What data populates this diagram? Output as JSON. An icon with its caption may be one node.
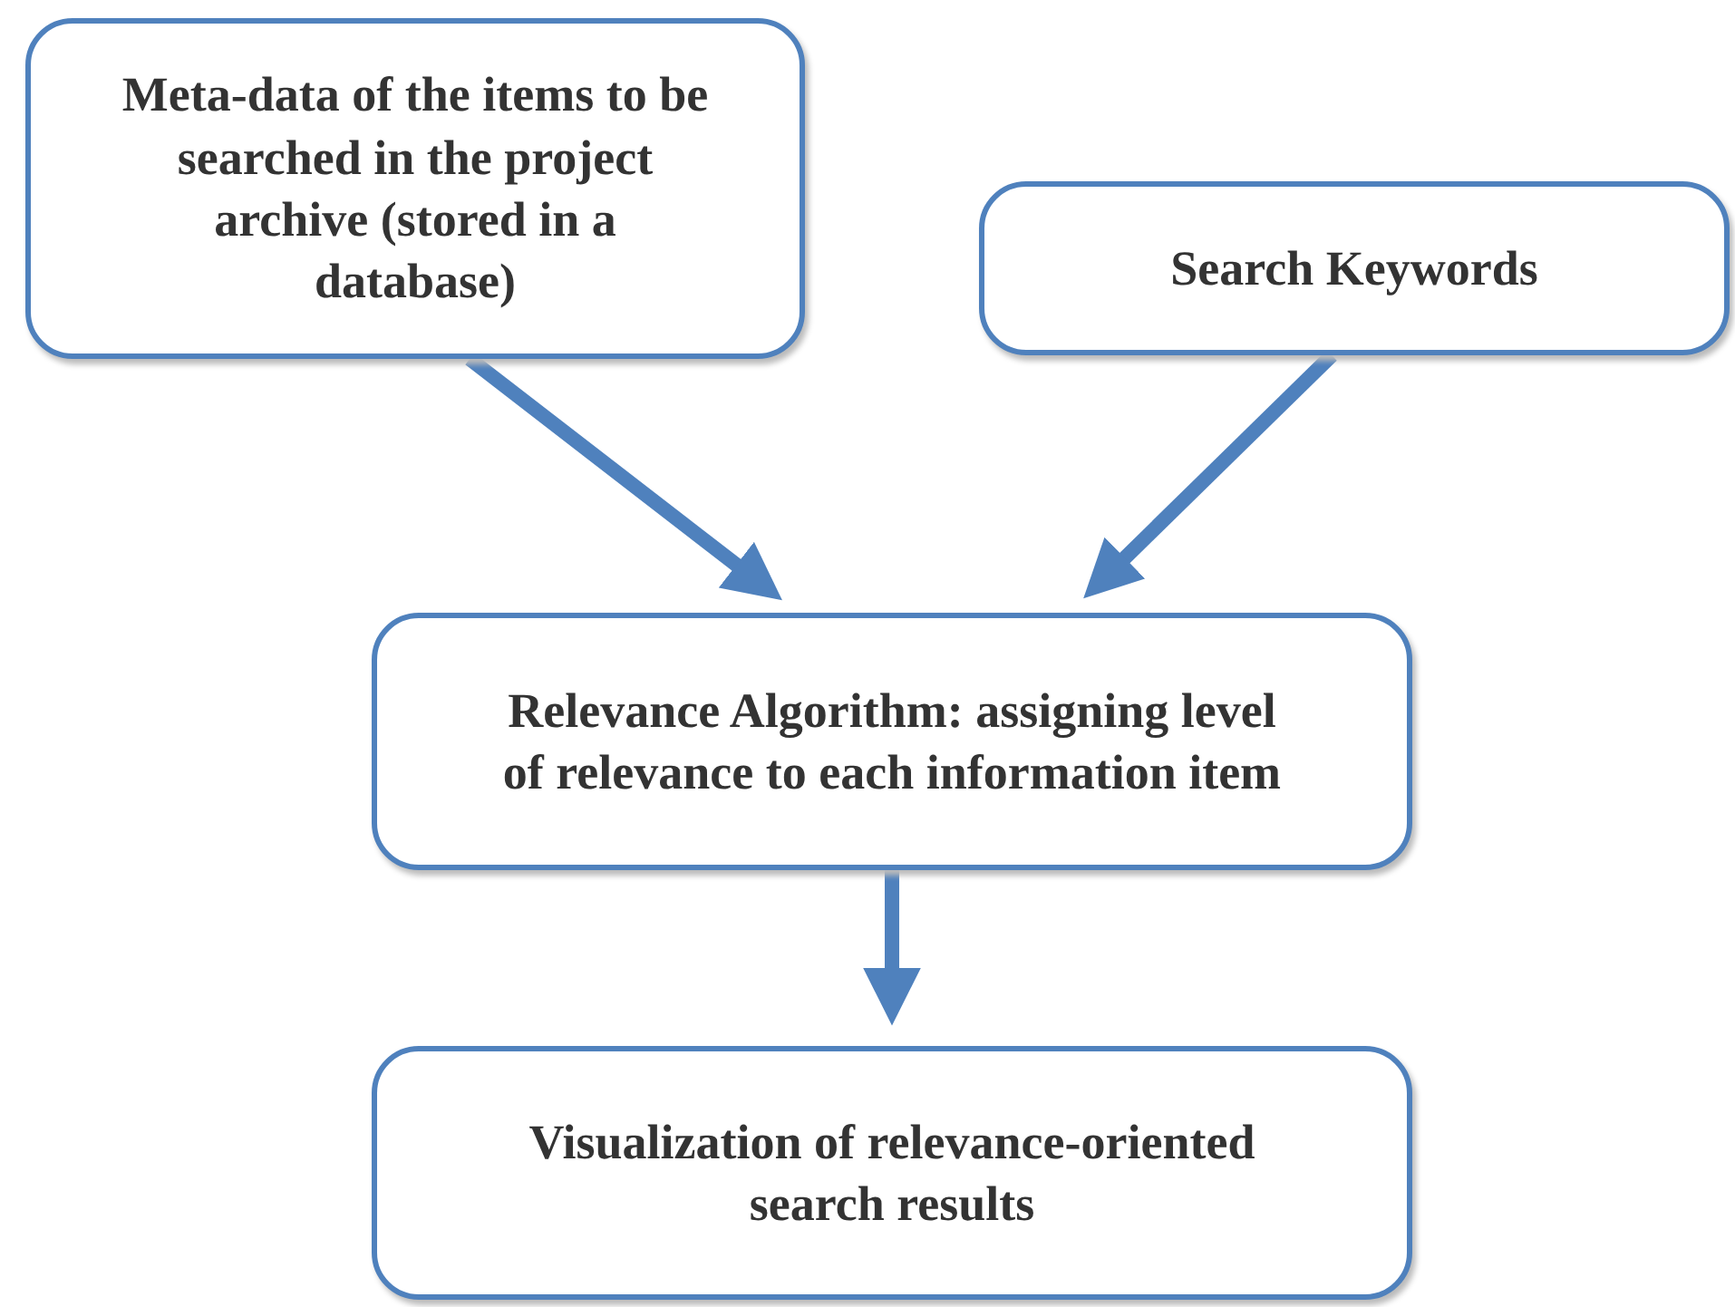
{
  "diagram": {
    "nodes": [
      {
        "text": [
          "Meta-data of the items to be searched in the project archive (stored in a database)"
        ]
      },
      {
        "text": [
          "Search Keywords"
        ]
      },
      {
        "text": [
          "Relevance Algorithm: assigning level of relevance to each information item"
        ]
      },
      {
        "text": [
          "Visualization of relevance-oriented search results"
        ]
      }
    ],
    "edges": [
      {
        "from": 0,
        "to": 2,
        "arrow": "to"
      },
      {
        "from": 1,
        "to": 2,
        "arrow": "to"
      },
      {
        "from": 2,
        "to": 3,
        "arrow": "to"
      }
    ]
  }
}
